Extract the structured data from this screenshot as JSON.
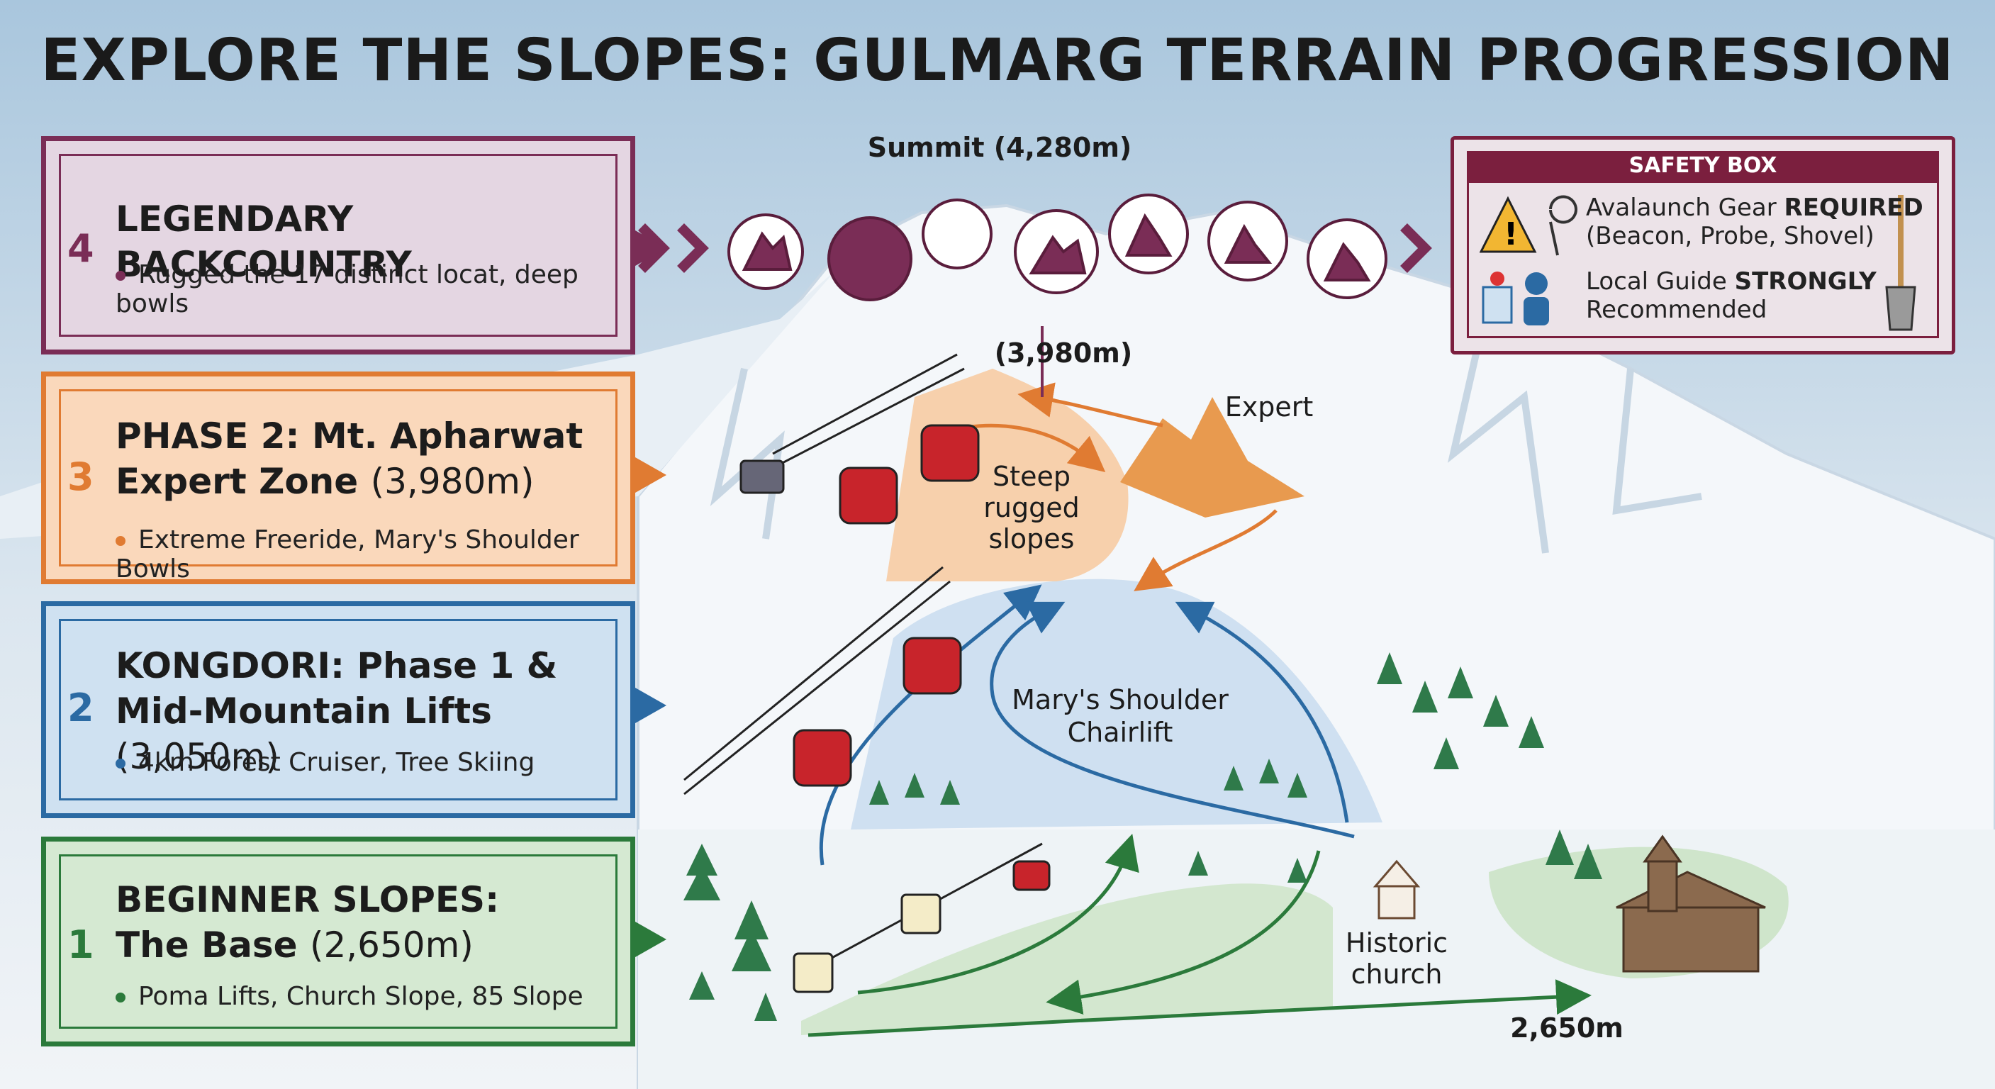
{
  "title": "EXPLORE THE SLOPES: GULMARG TERRAIN PROGRESSION",
  "phases": [
    {
      "number": "4",
      "heading": "LEGENDARY BACKCOUNTRY",
      "heading_sub": "",
      "detail": "Rugged the 17 distinct locat, deep bowls",
      "color": "#7a2d56"
    },
    {
      "number": "3",
      "heading_line1": "PHASE 2: Mt. Apharwat",
      "heading": "Expert Zone",
      "heading_sub": "(3,980m)",
      "detail": "Extreme Freeride, Mary's Shoulder Bowls",
      "color": "#e07b32"
    },
    {
      "number": "2",
      "heading_line1": "KONGDORI: Phase 1 &",
      "heading": "Mid-Mountain Lifts",
      "heading_sub": "(3,050m)",
      "detail": "4km Forest Cruiser, Tree Skiing",
      "color": "#2b6aa3"
    },
    {
      "number": "1",
      "heading_line1": "BEGINNER SLOPES:",
      "heading": "The Base",
      "heading_sub": "(2,650m)",
      "detail": "Poma Lifts, Church Slope, 85 Slope",
      "color": "#2b7a3b"
    }
  ],
  "map": {
    "summit_label": "Summit (4,280m)",
    "elev_3980": "(3,980m)",
    "elev_2650": "2,650m",
    "expert_label": "Expert",
    "steep_label_1": "Steep",
    "steep_label_2": "rugged",
    "steep_label_3": "slopes",
    "chairlift_label_1": "Mary's Shoulder",
    "chairlift_label_2": "Chairlift",
    "church_label_1": "Historic",
    "church_label_2": "church"
  },
  "safety": {
    "title": "SAFETY BOX",
    "line1_pre": "Avalaunch Gear ",
    "line1_bold": "REQUIRED",
    "line2": "(Beacon, Probe, Shovel)",
    "line3_pre": "Local Guide ",
    "line3_bold": "STRONGLY",
    "line4": "Recommended"
  },
  "colors": {
    "backcountry": "#7a2d56",
    "expert": "#e07b32",
    "mid": "#2b6aa3",
    "base": "#2b7a3b",
    "gondola": "#c8242b",
    "safety": "#7b1f3e"
  }
}
